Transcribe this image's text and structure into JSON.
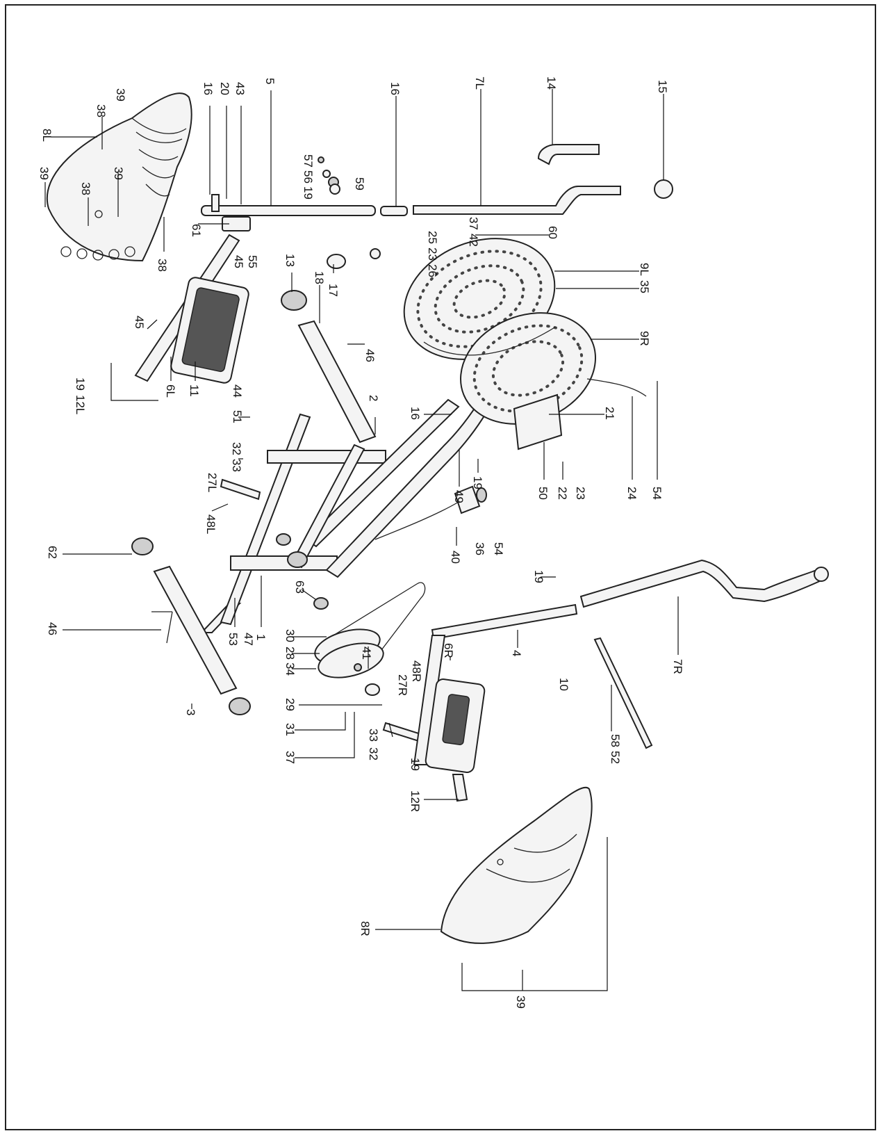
{
  "diagram": {
    "labels": [
      {
        "key": "l39a",
        "text": "39"
      },
      {
        "key": "l38a",
        "text": "38"
      },
      {
        "key": "l8L",
        "text": "8L"
      },
      {
        "key": "l39b",
        "text": "39"
      },
      {
        "key": "l39c",
        "text": "39"
      },
      {
        "key": "l38b",
        "text": "38"
      },
      {
        "key": "l38c",
        "text": "38"
      },
      {
        "key": "l16a",
        "text": "16"
      },
      {
        "key": "l20",
        "text": "20"
      },
      {
        "key": "l43",
        "text": "43"
      },
      {
        "key": "l5",
        "text": "5"
      },
      {
        "key": "l16b",
        "text": "16"
      },
      {
        "key": "l7L",
        "text": "7L"
      },
      {
        "key": "l14",
        "text": "14"
      },
      {
        "key": "l15",
        "text": "15"
      },
      {
        "key": "l57",
        "text": "57"
      },
      {
        "key": "l56",
        "text": "56"
      },
      {
        "key": "l19a",
        "text": "19"
      },
      {
        "key": "l59",
        "text": "59"
      },
      {
        "key": "l61",
        "text": "61"
      },
      {
        "key": "l45a",
        "text": "45"
      },
      {
        "key": "l55",
        "text": "55"
      },
      {
        "key": "l13",
        "text": "13"
      },
      {
        "key": "l17",
        "text": "17"
      },
      {
        "key": "l18",
        "text": "18"
      },
      {
        "key": "l37a",
        "text": "37"
      },
      {
        "key": "l42",
        "text": "42"
      },
      {
        "key": "l25",
        "text": "25"
      },
      {
        "key": "l23a",
        "text": "23"
      },
      {
        "key": "l26",
        "text": "26"
      },
      {
        "key": "l60",
        "text": "60"
      },
      {
        "key": "l9L",
        "text": "9L"
      },
      {
        "key": "l35",
        "text": "35"
      },
      {
        "key": "l9R",
        "text": "9R"
      },
      {
        "key": "l45b",
        "text": "45"
      },
      {
        "key": "l46a",
        "text": "46"
      },
      {
        "key": "l19b",
        "text": "19"
      },
      {
        "key": "l12L",
        "text": "12L"
      },
      {
        "key": "l6L",
        "text": "6L"
      },
      {
        "key": "l11",
        "text": "11"
      },
      {
        "key": "l44",
        "text": "44"
      },
      {
        "key": "l51",
        "text": "51"
      },
      {
        "key": "l2",
        "text": "2"
      },
      {
        "key": "l16c",
        "text": "16"
      },
      {
        "key": "l21",
        "text": "21"
      },
      {
        "key": "l32a",
        "text": "32"
      },
      {
        "key": "l33a",
        "text": "33"
      },
      {
        "key": "l27L",
        "text": "27L"
      },
      {
        "key": "l48L",
        "text": "48L"
      },
      {
        "key": "l49",
        "text": "49"
      },
      {
        "key": "l19c",
        "text": "19"
      },
      {
        "key": "l50",
        "text": "50"
      },
      {
        "key": "l22",
        "text": "22"
      },
      {
        "key": "l23b",
        "text": "23"
      },
      {
        "key": "l24",
        "text": "24"
      },
      {
        "key": "l54a",
        "text": "54"
      },
      {
        "key": "l62",
        "text": "62"
      },
      {
        "key": "l40",
        "text": "40"
      },
      {
        "key": "l36",
        "text": "36"
      },
      {
        "key": "l54b",
        "text": "54"
      },
      {
        "key": "l63",
        "text": "63"
      },
      {
        "key": "l19d",
        "text": "19"
      },
      {
        "key": "l46b",
        "text": "46"
      },
      {
        "key": "l53",
        "text": "53"
      },
      {
        "key": "l47",
        "text": "47"
      },
      {
        "key": "l1",
        "text": "1"
      },
      {
        "key": "l30",
        "text": "30"
      },
      {
        "key": "l28",
        "text": "28"
      },
      {
        "key": "l34",
        "text": "34"
      },
      {
        "key": "l41",
        "text": "41"
      },
      {
        "key": "l4",
        "text": "4"
      },
      {
        "key": "l6R",
        "text": "6R"
      },
      {
        "key": "l48R",
        "text": "48R"
      },
      {
        "key": "l7R",
        "text": "7R"
      },
      {
        "key": "l3",
        "text": "3"
      },
      {
        "key": "l29",
        "text": "29"
      },
      {
        "key": "l27R",
        "text": "27R"
      },
      {
        "key": "l10",
        "text": "10"
      },
      {
        "key": "l31",
        "text": "31"
      },
      {
        "key": "l33b",
        "text": "33"
      },
      {
        "key": "l37b",
        "text": "37"
      },
      {
        "key": "l32b",
        "text": "32"
      },
      {
        "key": "l19e",
        "text": "19"
      },
      {
        "key": "l58",
        "text": "58"
      },
      {
        "key": "l52",
        "text": "52"
      },
      {
        "key": "l12R",
        "text": "12R"
      },
      {
        "key": "l8R",
        "text": "8R"
      },
      {
        "key": "l39d",
        "text": "39"
      }
    ]
  }
}
